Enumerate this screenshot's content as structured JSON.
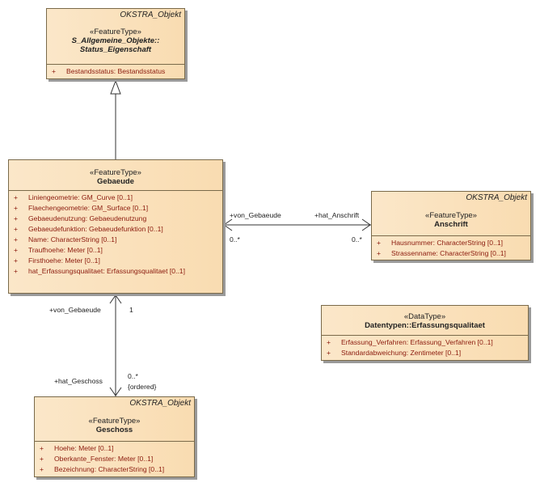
{
  "classes": {
    "status": {
      "package": "OKSTRA_Objekt",
      "stereotype": "«FeatureType»",
      "name_line1": "S_Allgemeine_Objekte::",
      "name_line2": "Status_Eigenschaft",
      "attributes": [
        {
          "vis": "+",
          "text": "Bestandsstatus: Bestandsstatus"
        }
      ]
    },
    "gebaeude": {
      "stereotype": "«FeatureType»",
      "name": "Gebaeude",
      "attributes": [
        {
          "vis": "+",
          "text": "Liniengeometrie: GM_Curve [0..1]"
        },
        {
          "vis": "+",
          "text": "Flaechengeometrie: GM_Surface [0..1]"
        },
        {
          "vis": "+",
          "text": "Gebaeudenutzung: Gebaeudenutzung"
        },
        {
          "vis": "+",
          "text": "Gebaeudefunktion: Gebaeudefunktion [0..1]"
        },
        {
          "vis": "+",
          "text": "Name: CharacterString [0..1]"
        },
        {
          "vis": "+",
          "text": "Traufhoehe: Meter [0..1]"
        },
        {
          "vis": "+",
          "text": "Firsthoehe: Meter [0..1]"
        },
        {
          "vis": "+",
          "text": "hat_Erfassungsqualitaet: Erfassungsqualitaet [0..1]"
        }
      ]
    },
    "anschrift": {
      "package": "OKSTRA_Objekt",
      "stereotype": "«FeatureType»",
      "name": "Anschrift",
      "attributes": [
        {
          "vis": "+",
          "text": "Hausnummer: CharacterString [0..1]"
        },
        {
          "vis": "+",
          "text": "Strassenname: CharacterString [0..1]"
        }
      ]
    },
    "erfassung": {
      "stereotype": "«DataType»",
      "name": "Datentypen::Erfassungsqualitaet",
      "attributes": [
        {
          "vis": "+",
          "text": "Erfassung_Verfahren: Erfassung_Verfahren [0..1]"
        },
        {
          "vis": "+",
          "text": "Standardabweichung: Zentimeter [0..1]"
        }
      ]
    },
    "geschoss": {
      "package": "OKSTRA_Objekt",
      "stereotype": "«FeatureType»",
      "name": "Geschoss",
      "attributes": [
        {
          "vis": "+",
          "text": "Hoehe: Meter [0..1]"
        },
        {
          "vis": "+",
          "text": "Oberkante_Fenster: Meter [0..1]"
        },
        {
          "vis": "+",
          "text": "Bezeichnung: CharacterString [0..1]"
        }
      ]
    }
  },
  "associations": {
    "gebaeude_anschrift": {
      "role_source": "+von_Gebaeude",
      "mult_source": "0..*",
      "role_target": "+hat_Anschrift",
      "mult_target": "0..*"
    },
    "gebaeude_geschoss": {
      "role_source": "+von_Gebaeude",
      "mult_source": "1",
      "role_target": "+hat_Geschoss",
      "mult_target": "0..*",
      "constraint": "{ordered}"
    }
  }
}
